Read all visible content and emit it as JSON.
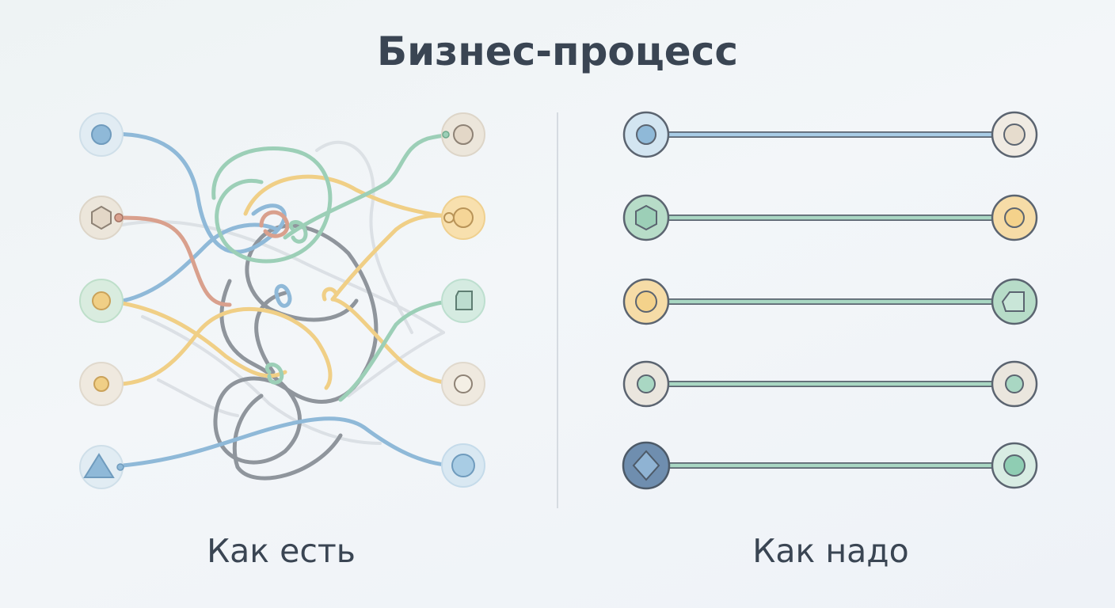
{
  "title": "Бизнес-процесс",
  "left_panel": {
    "caption": "Как есть"
  },
  "right_panel": {
    "caption": "Как надо"
  },
  "colors": {
    "blue": "#8fb9d8",
    "blue_dark": "#7ea8c6",
    "orange": "#f0cf86",
    "green": "#9ccfb7",
    "green_dark": "#8cc0aa",
    "beige": "#e8e1d4",
    "rose": "#d9a08d",
    "gray": "#8f959c",
    "steel": "#5f7e9d",
    "text": "#3a4553"
  },
  "icons": {
    "left_start": [
      "circle-icon",
      "hexagon-icon",
      "circle-icon",
      "circle-icon",
      "triangle-icon"
    ],
    "left_end": [
      "circle-icon",
      "circle-icon",
      "pentagon-icon",
      "circle-icon",
      "circle-icon"
    ],
    "right_start": [
      "circle-icon",
      "hexagon-icon",
      "circle-icon",
      "circle-icon",
      "diamond-icon"
    ],
    "right_end": [
      "circle-icon",
      "circle-icon",
      "pentagon-icon",
      "circle-icon",
      "circle-icon"
    ]
  }
}
